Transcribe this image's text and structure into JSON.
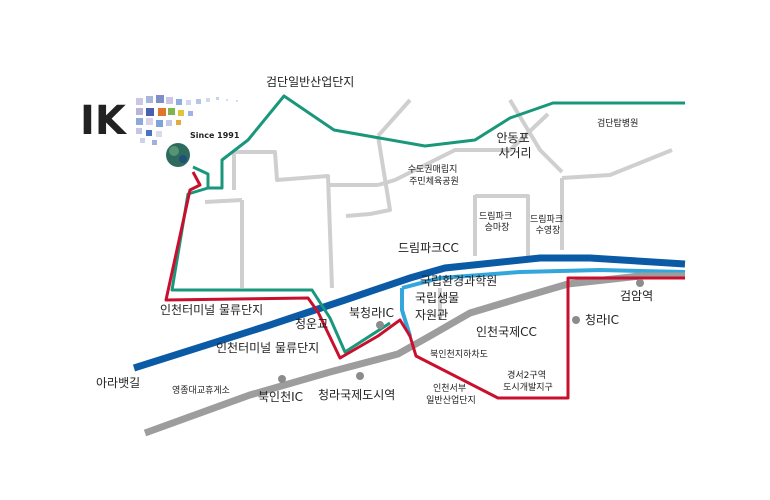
{
  "logo": {
    "wordmark": "IK",
    "since": "Since 1991"
  },
  "colors": {
    "green_route": "#19977b",
    "red_route": "#c8102e",
    "blue_road": "#0b5aa6",
    "light_blue_road": "#33a6dc",
    "gray_rail": "#9d9d9d",
    "gray_road": "#cfcfcf",
    "logo_blue": "#1f3f8a"
  },
  "labels": {
    "geomdan_industrial": "검단일반산업단지",
    "geomdan_top_hospital": "검단탑병원",
    "andongpo": "안동포\n사거리",
    "sudogwon_park": "수도권매립지\n주민체육공원",
    "dreampark_horse": "드림파크\n승마장",
    "dreampark_pool": "드림파크\n수영장",
    "dreampark_cc": "드림파크CC",
    "env_science_institute": "국립환경과학원",
    "bio_resources": "국립생물\n자원관",
    "geomam_station": "검암역",
    "cheongna_ic_east": "청라IC",
    "incheon_cc": "인천국제CC",
    "incheon_terminal_upper": "인천터미널 물류단지",
    "cheongungyo": "청운교",
    "bukcheongna_ic": "북청라IC",
    "incheon_terminal_lower": "인천터미널 물류단지",
    "bukincheon_underpass": "북인천지하차도",
    "gyeongseo2": "경서2구역\n도시개발지구",
    "incheon_west_industrial": "인천서부\n일반산업단지",
    "arabaetgil": "아라뱃길",
    "yeongjong_rest": "영종대교휴게소",
    "bukincheon_ic": "북인천IC",
    "cheongna_intl_city_station": "청라국제도시역"
  }
}
